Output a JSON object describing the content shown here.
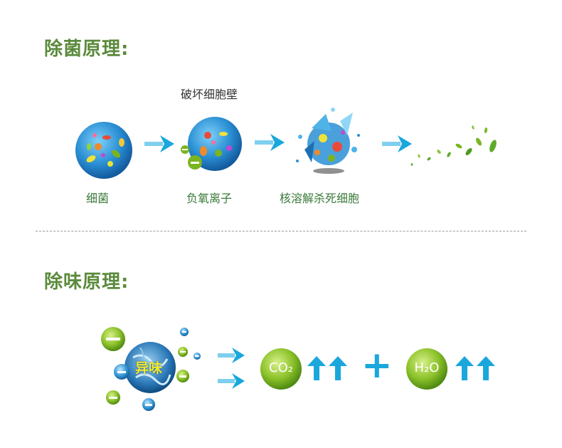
{
  "sterilization": {
    "title": "除菌原理:",
    "annotation": "破坏细胞壁",
    "steps": [
      "细菌",
      "负氧离子",
      "核溶解杀死细胞"
    ]
  },
  "deodorization": {
    "title": "除味原理:",
    "center_label": "异味",
    "products": [
      "CO₂",
      "H₂O"
    ],
    "plus": "+"
  },
  "colors": {
    "title_green": "#5b8a3c",
    "arrow_blue": "#1aa7dc",
    "ball_green": "#7ab520",
    "ball_blue": "#2a8fd4"
  }
}
